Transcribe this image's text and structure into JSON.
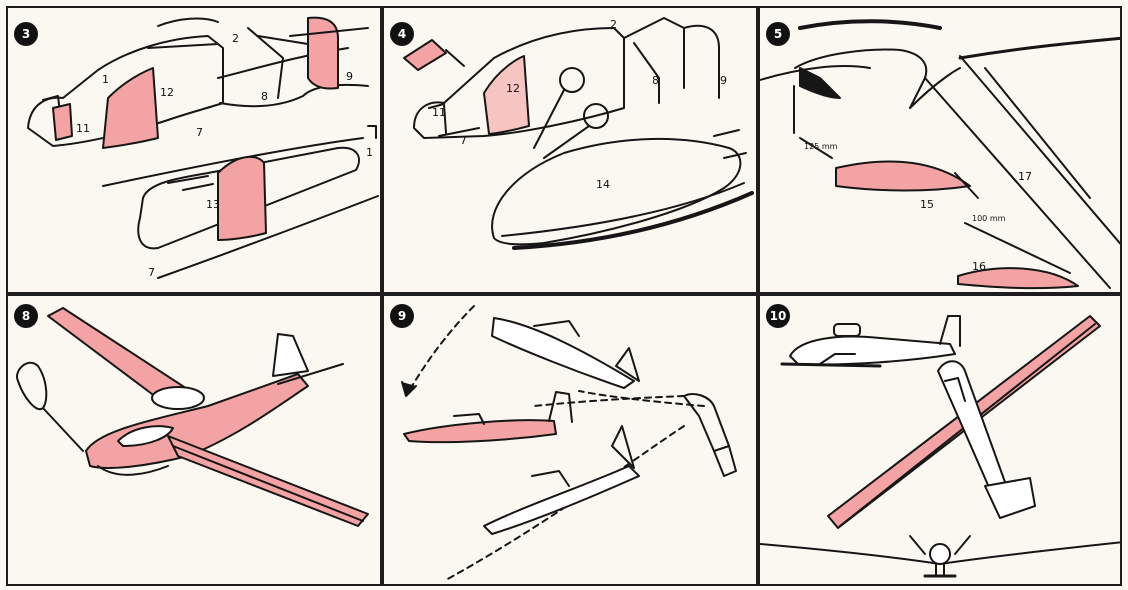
{
  "colors": {
    "fill": "#f3a3a3",
    "ink": "#161616",
    "paper": "#fbf8f1"
  },
  "panels": [
    {
      "badge": "3",
      "labels": [
        "1",
        "2",
        "12",
        "11",
        "8",
        "9",
        "7",
        "13",
        "1",
        "7"
      ]
    },
    {
      "badge": "4",
      "labels": [
        "2",
        "12",
        "11",
        "7",
        "8",
        "9",
        "14"
      ]
    },
    {
      "badge": "5",
      "labels": [
        "125 mm",
        "15",
        "17",
        "100 mm",
        "16"
      ]
    },
    {
      "badge": "8"
    },
    {
      "badge": "9"
    },
    {
      "badge": "10"
    }
  ]
}
